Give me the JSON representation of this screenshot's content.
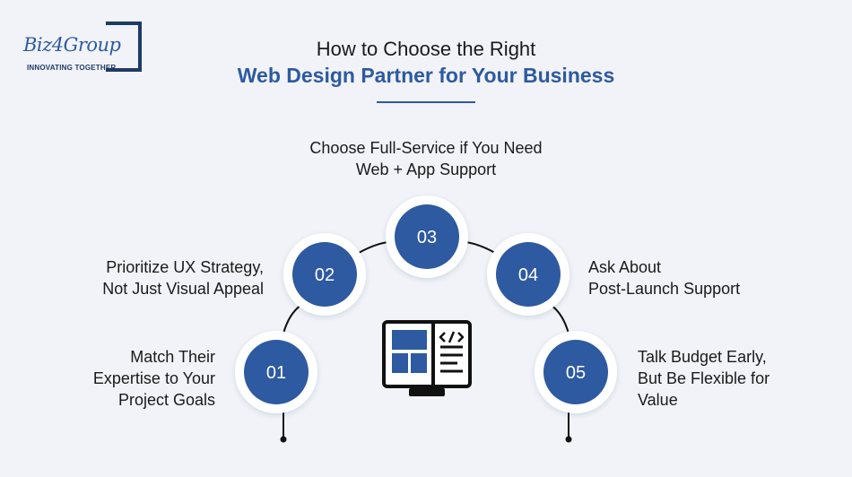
{
  "logo": {
    "name": "Biz4Group",
    "tagline": "INNOVATING TOGETHER"
  },
  "title": {
    "line1": "How to Choose the Right",
    "line2": "Web Design Partner for Your Business"
  },
  "colors": {
    "accent": "#2d5aa0",
    "dark": "#1f3a66",
    "background": "#f1f3f8",
    "node_fill": "#2d5aa0",
    "node_ring": "#ffffff"
  },
  "center_icon": "web-design-monitor-icon",
  "steps": [
    {
      "number": "01",
      "label_lines": [
        "Match Their",
        "Expertise to Your",
        "Project Goals"
      ]
    },
    {
      "number": "02",
      "label_lines": [
        "Prioritize UX Strategy,",
        "Not Just Visual Appeal"
      ]
    },
    {
      "number": "03",
      "label_lines": [
        "Choose Full-Service if You Need",
        "Web + App Support"
      ]
    },
    {
      "number": "04",
      "label_lines": [
        "Ask About",
        "Post-Launch Support"
      ]
    },
    {
      "number": "05",
      "label_lines": [
        "Talk Budget Early,",
        "But Be Flexible for",
        "Value"
      ]
    }
  ]
}
